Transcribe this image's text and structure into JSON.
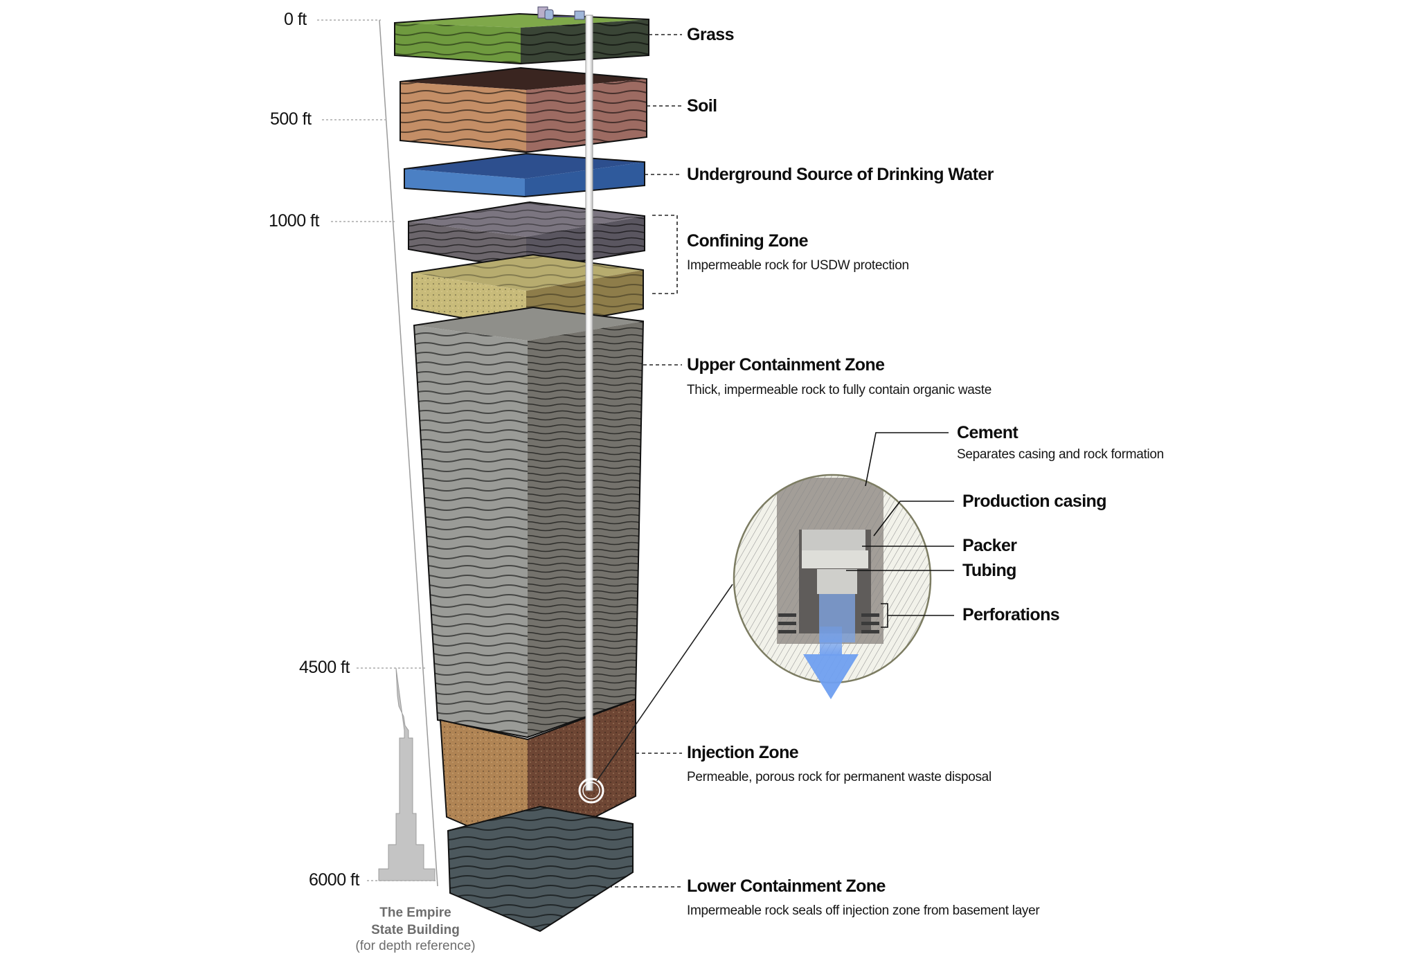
{
  "diagram": {
    "subject": "Deep injection well geologic layers",
    "depth_scale": [
      "0 ft",
      "500 ft",
      "1000 ft",
      "4500 ft",
      "6000 ft"
    ],
    "layers": [
      {
        "key": "grass",
        "title": "Grass",
        "subtitle": ""
      },
      {
        "key": "soil",
        "title": "Soil",
        "subtitle": ""
      },
      {
        "key": "usdw",
        "title": "Underground Source of Drinking Water",
        "subtitle": ""
      },
      {
        "key": "confining",
        "title": "Confining Zone",
        "subtitle": "Impermeable rock for USDW protection"
      },
      {
        "key": "upper",
        "title": "Upper Containment Zone",
        "subtitle": "Thick, impermeable rock to fully contain organic waste"
      },
      {
        "key": "injection",
        "title": "Injection Zone",
        "subtitle": "Permeable, porous rock for permanent waste disposal"
      },
      {
        "key": "lower",
        "title": "Lower Containment Zone",
        "subtitle": "Impermeable rock seals off injection zone from basement layer"
      }
    ],
    "well_detail": [
      {
        "key": "cement",
        "title": "Cement",
        "subtitle": "Separates casing and rock formation"
      },
      {
        "key": "casing",
        "title": "Production casing",
        "subtitle": ""
      },
      {
        "key": "packer",
        "title": "Packer",
        "subtitle": ""
      },
      {
        "key": "tubing",
        "title": "Tubing",
        "subtitle": ""
      },
      {
        "key": "perforations",
        "title": "Perforations",
        "subtitle": ""
      }
    ],
    "reference": {
      "line1": "The Empire",
      "line2": "State Building",
      "line3": "(for depth reference)"
    },
    "colors": {
      "grass": "#6f9a3f",
      "soil": "#b07a58",
      "water": "#3d6fb0",
      "confining_top": "#6e6a70",
      "confining_bottom": "#b3a467",
      "upper": "#8a8c88",
      "injection": "#7a5136",
      "lower": "#4e5a60",
      "flow_arrow": "#6f9ff0",
      "reference_building": "#c4c4c4"
    }
  }
}
